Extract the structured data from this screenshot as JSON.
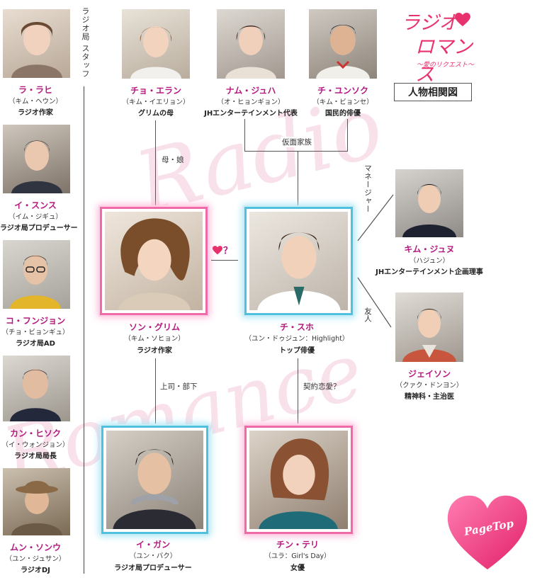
{
  "logo": {
    "title_line1": "ラジオ",
    "title_line2": "ロマンス",
    "subtitle": "〜愛のリクエスト〜"
  },
  "chart_title": "人物相関図",
  "sidebar": {
    "heading": "ラジオ局 スタッフ",
    "people": [
      {
        "name": "ラ・ラヒ",
        "actor": "（キム・ヘウン）",
        "role": "ラジオ作家"
      },
      {
        "name": "イ・スンス",
        "actor": "（イム・ジギュ）",
        "role": "ラジオ局プロデューサー"
      },
      {
        "name": "コ・フンジョン",
        "actor": "（チョ・ビョンギュ）",
        "role": "ラジオ局AD"
      },
      {
        "name": "カン・ヒソク",
        "actor": "（イ・ウォンジョン）",
        "role": "ラジオ局局長"
      },
      {
        "name": "ムン・ソンウ",
        "actor": "（ユン・ジュサン）",
        "role": "ラジオDJ"
      }
    ]
  },
  "top_people": [
    {
      "name": "チョ・エラン",
      "actor": "（キム・イエリョン）",
      "role": "グリムの母"
    },
    {
      "name": "ナム・ジュハ",
      "actor": "（オ・ヒョンギョン）",
      "role": "JHエンターテインメント代表"
    },
    {
      "name": "チ・ユンソク",
      "actor": "（キム・ビョンセ）",
      "role": "国民的俳優"
    }
  ],
  "main_people": {
    "grim": {
      "name": "ソン・グリム",
      "actor": "（キム・ソヒョン）",
      "role": "ラジオ作家"
    },
    "suho": {
      "name": "チ・スホ",
      "actor": "（ユン・ドゥジュン：Highlight）",
      "role": "トップ俳優"
    },
    "gang": {
      "name": "イ・ガン",
      "actor": "（ユン・バク）",
      "role": "ラジオ局プロデューサー"
    },
    "teri": {
      "name": "チン・テリ",
      "actor": "（ユラ：Girl's Day）",
      "role": "女優"
    }
  },
  "right_people": [
    {
      "name": "キム・ジュヌ",
      "actor": "（ハジュン）",
      "role": "JHエンターテインメント企画理事"
    },
    {
      "name": "ジェイソン",
      "actor": "（クァク・ドンヨン）",
      "role": "精神科・主治医"
    }
  ],
  "relations": {
    "mother_daughter": "母・娘",
    "fake_family": "仮面家族",
    "love_q": "？",
    "manager": "マネージャー",
    "friend": "友人",
    "boss_sub": "上司・部下",
    "contract_love": "契約恋愛？"
  },
  "page_top": "PageTop",
  "watermark": [
    "Radio",
    "Romance"
  ],
  "colors": {
    "name": "#b5197f",
    "pink_frame": "#f06aa8",
    "blue_frame": "#4fc0de",
    "logo": "#e8326e"
  }
}
